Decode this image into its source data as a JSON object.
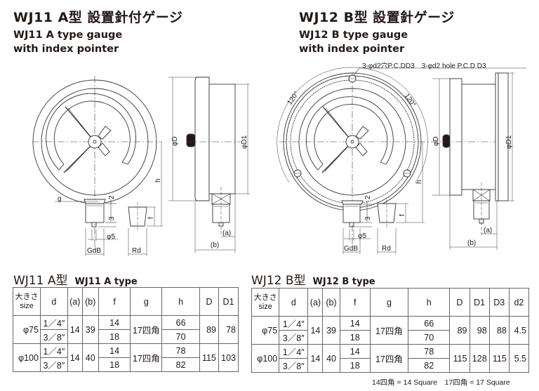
{
  "left": {
    "title_jp": "WJ11 A型 設置針付ゲージ",
    "title_en_line1": "WJ11 A type gauge",
    "title_en_line2": "with index pointer",
    "diagram_labels": {
      "g": "g",
      "two": "2",
      "three": "3",
      "phi5": "φ5",
      "gdb": "GdB",
      "rd": "Rd",
      "f": "f",
      "h": "h",
      "phiD": "φD",
      "phiD1": "φD1",
      "a": "(a)",
      "b": "(b)"
    },
    "table_title_jp": "WJ11 A型",
    "table_title_en": "WJ11 A type",
    "table": {
      "headers": {
        "size_jp": "大きさ",
        "size_en": "size",
        "d": "d",
        "a": "(a)",
        "b": "(b)",
        "f": "f",
        "g": "g",
        "h": "h",
        "D": "D",
        "D1": "D1"
      },
      "rows": [
        {
          "size": "φ75",
          "d": [
            "1／4″",
            "3／8″"
          ],
          "a": "14",
          "b": "39",
          "f": [
            "14",
            "18"
          ],
          "g": "17四角",
          "h": [
            "66",
            "70"
          ],
          "D": "89",
          "D1": "78"
        },
        {
          "size": "φ100",
          "d": [
            "1／4″",
            "3／8″"
          ],
          "a": "14",
          "b": "40",
          "f": [
            "14",
            "18"
          ],
          "g": "17四角",
          "h": [
            "78",
            "82"
          ],
          "D": "115",
          "D1": "103"
        }
      ]
    }
  },
  "right": {
    "title_jp": "WJ12 B型 設置針ゲージ",
    "title_en_line1": "WJ12 B type gauge",
    "title_en_line2": "with index pointer",
    "hole_note": "3-φd2穴P.C.DD3　3-φd2 hole P.C.D D3",
    "diagram_labels": {
      "angle1": "120°",
      "angle2": "120°",
      "two": "2",
      "three": "3",
      "phi5": "φ5",
      "gdb": "GdB",
      "rd": "Rd",
      "f": "f",
      "h": "h",
      "phiD": "φD",
      "phiD1": "φD1",
      "a": "(a)",
      "b": "(b)"
    },
    "table_title_jp": "WJ12 B型",
    "table_title_en": "WJ12 B type",
    "table": {
      "headers": {
        "size_jp": "大きさ",
        "size_en": "size",
        "d": "d",
        "a": "(a)",
        "b": "(b)",
        "f": "f",
        "g": "g",
        "h": "h",
        "D": "D",
        "D1": "D1",
        "D3": "D3",
        "d2": "d2"
      },
      "rows": [
        {
          "size": "φ75",
          "d": [
            "1／4″",
            "3／8″"
          ],
          "a": "14",
          "b": "39",
          "f": [
            "14",
            "18"
          ],
          "g": "17四角",
          "h": [
            "66",
            "70"
          ],
          "D": "89",
          "D1": "98",
          "D3": "88",
          "d2": "4.5"
        },
        {
          "size": "φ100",
          "d": [
            "1／4″",
            "3／8″"
          ],
          "a": "14",
          "b": "40",
          "f": [
            "14",
            "18"
          ],
          "g": "17四角",
          "h": [
            "78",
            "82"
          ],
          "D": "115",
          "D1": "128",
          "D3": "115",
          "d2": "5.5"
        }
      ]
    },
    "footnote": "14四角 = 14 Square　17四角 = 17 Square"
  }
}
